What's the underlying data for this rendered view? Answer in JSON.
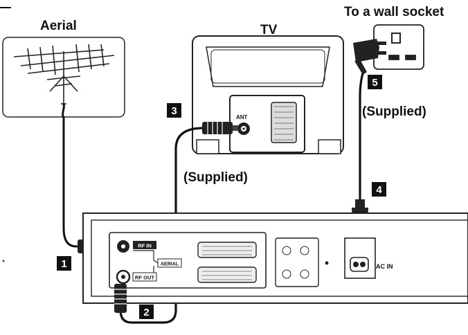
{
  "labels": {
    "aerial": "Aerial",
    "tv": "TV",
    "wall_socket": "To a wall socket",
    "supplied_rf": "(Supplied)",
    "supplied_power": "(Supplied)"
  },
  "steps": [
    "1",
    "2",
    "3",
    "4",
    "5"
  ],
  "panel_text": {
    "rf_in": "RF IN",
    "aerial": "AERIAL",
    "rf_out": "RF OUT",
    "tv_ant": "ANT",
    "ac_in": "AC IN"
  }
}
